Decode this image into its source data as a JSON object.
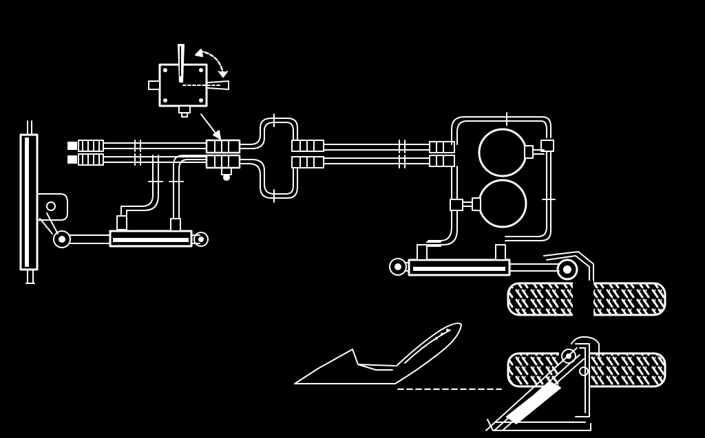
{
  "diagram": {
    "background": "#000000",
    "stroke": "#ffffff",
    "components": [
      "steering-cylinder",
      "control-valve",
      "control-lever",
      "rotation-arrow",
      "hose-bundle",
      "accumulator-upper",
      "accumulator-lower",
      "ram-cylinder",
      "wheel-upper",
      "wheel-lower",
      "plough-body",
      "plough-frame"
    ]
  }
}
